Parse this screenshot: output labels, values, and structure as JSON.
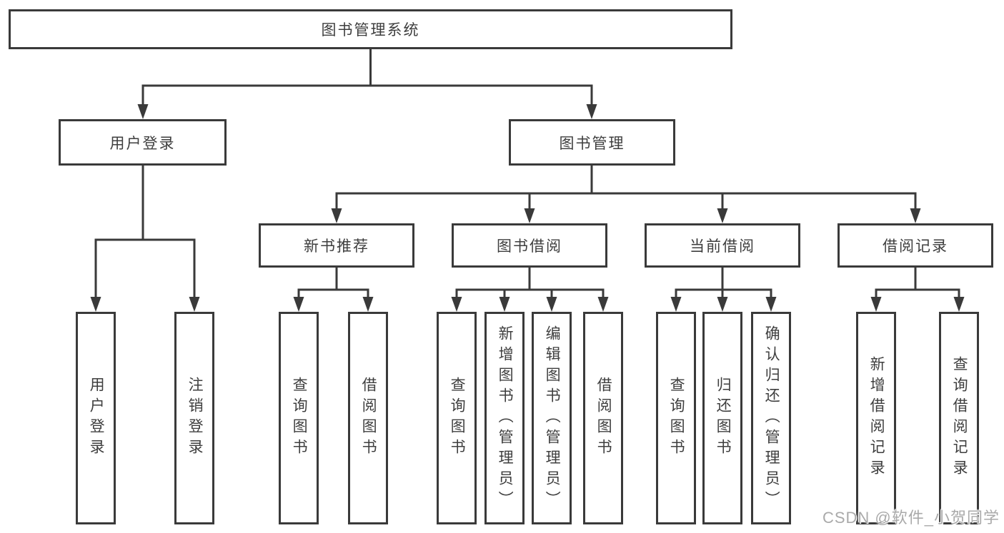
{
  "diagram": {
    "root": "图书管理系统",
    "children": [
      {
        "label": "用户登录",
        "children": [
          "用户登录",
          "注销登录"
        ]
      },
      {
        "label": "图书管理",
        "children": [
          {
            "label": "新书推荐",
            "children": [
              "查询图书",
              "借阅图书"
            ]
          },
          {
            "label": "图书借阅",
            "children": [
              "查询图书",
              "新增图书（管理员）",
              "编辑图书（管理员）",
              "借阅图书"
            ]
          },
          {
            "label": "当前借阅",
            "children": [
              "查询图书",
              "归还图书",
              "确认归还（管理员）"
            ]
          },
          {
            "label": "借阅记录",
            "children": [
              "新增借阅记录",
              "查询借阅记录"
            ]
          }
        ]
      }
    ]
  },
  "watermark": "CSDN @软件_小贺同学",
  "colors": {
    "line": "#3a3a3a",
    "text": "#3e3e3e",
    "watermark": "#aaaaaa",
    "bg": "#ffffff"
  }
}
